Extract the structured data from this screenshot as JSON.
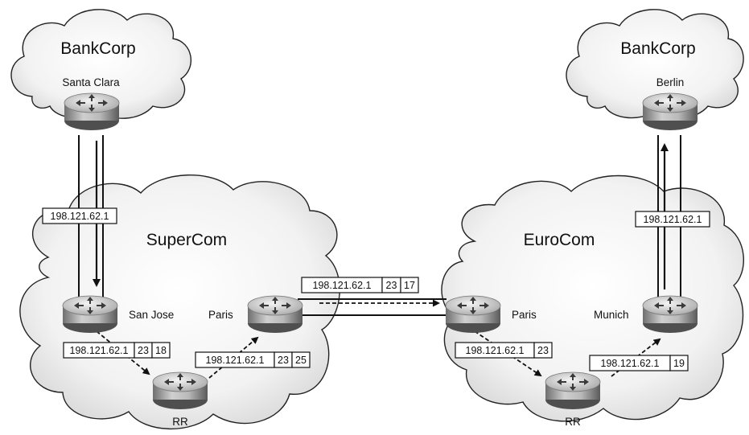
{
  "clouds": {
    "bankcorp_left": "BankCorp",
    "bankcorp_right": "BankCorp",
    "supercom": "SuperCom",
    "eurocom": "EuroCom"
  },
  "routers": {
    "santa_clara": "Santa Clara",
    "berlin": "Berlin",
    "san_jose": "San Jose",
    "paris_supercom": "Paris",
    "rr_supercom": "RR",
    "paris_eurocom": "Paris",
    "munich": "Munich",
    "rr_eurocom": "RR"
  },
  "packets": {
    "sc_to_sj": [
      "198.121.62.1"
    ],
    "sj_to_rr": [
      "198.121.62.1",
      "23",
      "18"
    ],
    "rr_to_paris": [
      "198.121.62.1",
      "23",
      "25"
    ],
    "inter_as": [
      "198.121.62.1",
      "23",
      "17"
    ],
    "paris_to_rr_eu": [
      "198.121.62.1",
      "23"
    ],
    "rr_to_munich": [
      "198.121.62.1",
      "19"
    ],
    "munich_to_berlin": [
      "198.121.62.1"
    ]
  }
}
